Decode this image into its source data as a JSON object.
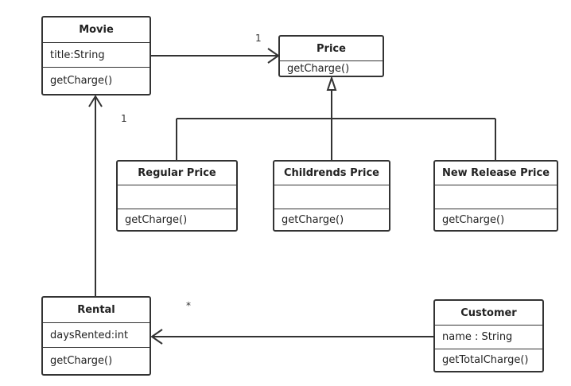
{
  "classes": {
    "movie": {
      "name": "Movie",
      "attribute": "title:String",
      "operation": "getCharge()"
    },
    "price": {
      "name": "Price",
      "operation": "getCharge()"
    },
    "regular": {
      "name": "Regular Price",
      "attribute": "",
      "operation": "getCharge()"
    },
    "childrens": {
      "name": "Childrends Price",
      "attribute": "",
      "operation": "getCharge()"
    },
    "newrelease": {
      "name": "New Release Price",
      "attribute": "",
      "operation": "getCharge()"
    },
    "rental": {
      "name": "Rental",
      "attribute": "daysRented:int",
      "operation": "getCharge()"
    },
    "customer": {
      "name": "Customer",
      "attribute": "name : String",
      "operation": "getTotalCharge()"
    }
  },
  "multiplicities": {
    "movie_price": "1",
    "rental_movie": "1",
    "customer_rental": "*"
  }
}
